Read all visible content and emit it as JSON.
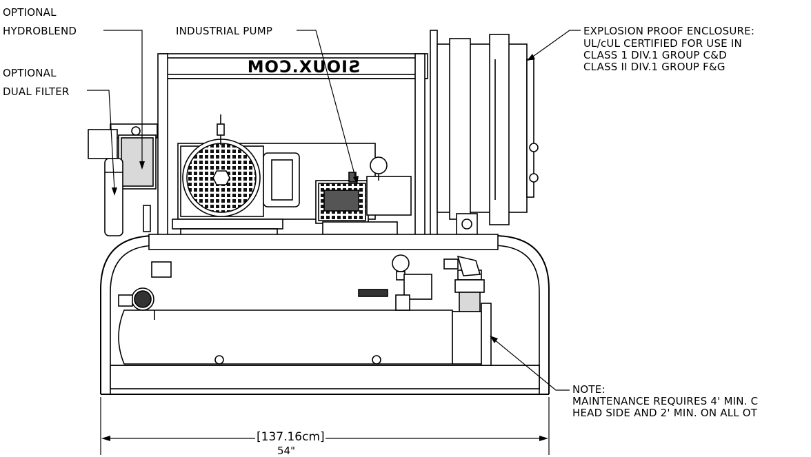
{
  "callouts": {
    "hydroblend": [
      "OPTIONAL",
      "HYDROBLEND"
    ],
    "dual_filter": [
      "OPTIONAL",
      "DUAL FILTER"
    ],
    "pump": "INDUSTRIAL PUMP",
    "enclosure": [
      "EXPLOSION PROOF ENCLOSURE:",
      "UL/cUL CERTIFIED FOR USE IN",
      "CLASS 1 DIV.1 GROUP C&D",
      "CLASS II DIV.1 GROUP F&G"
    ],
    "note": [
      "NOTE:",
      "MAINTENANCE REQUIRES 4' MIN. C",
      "HEAD SIDE AND 2' MIN. ON ALL OT"
    ]
  },
  "frame_logo": "SIOUX.COM",
  "dimension": {
    "metric": "[137.16cm]",
    "imperial": "54\""
  },
  "colors": {
    "line": "#000000",
    "fill": "#ffffff",
    "shade": "#d9d9d9"
  }
}
